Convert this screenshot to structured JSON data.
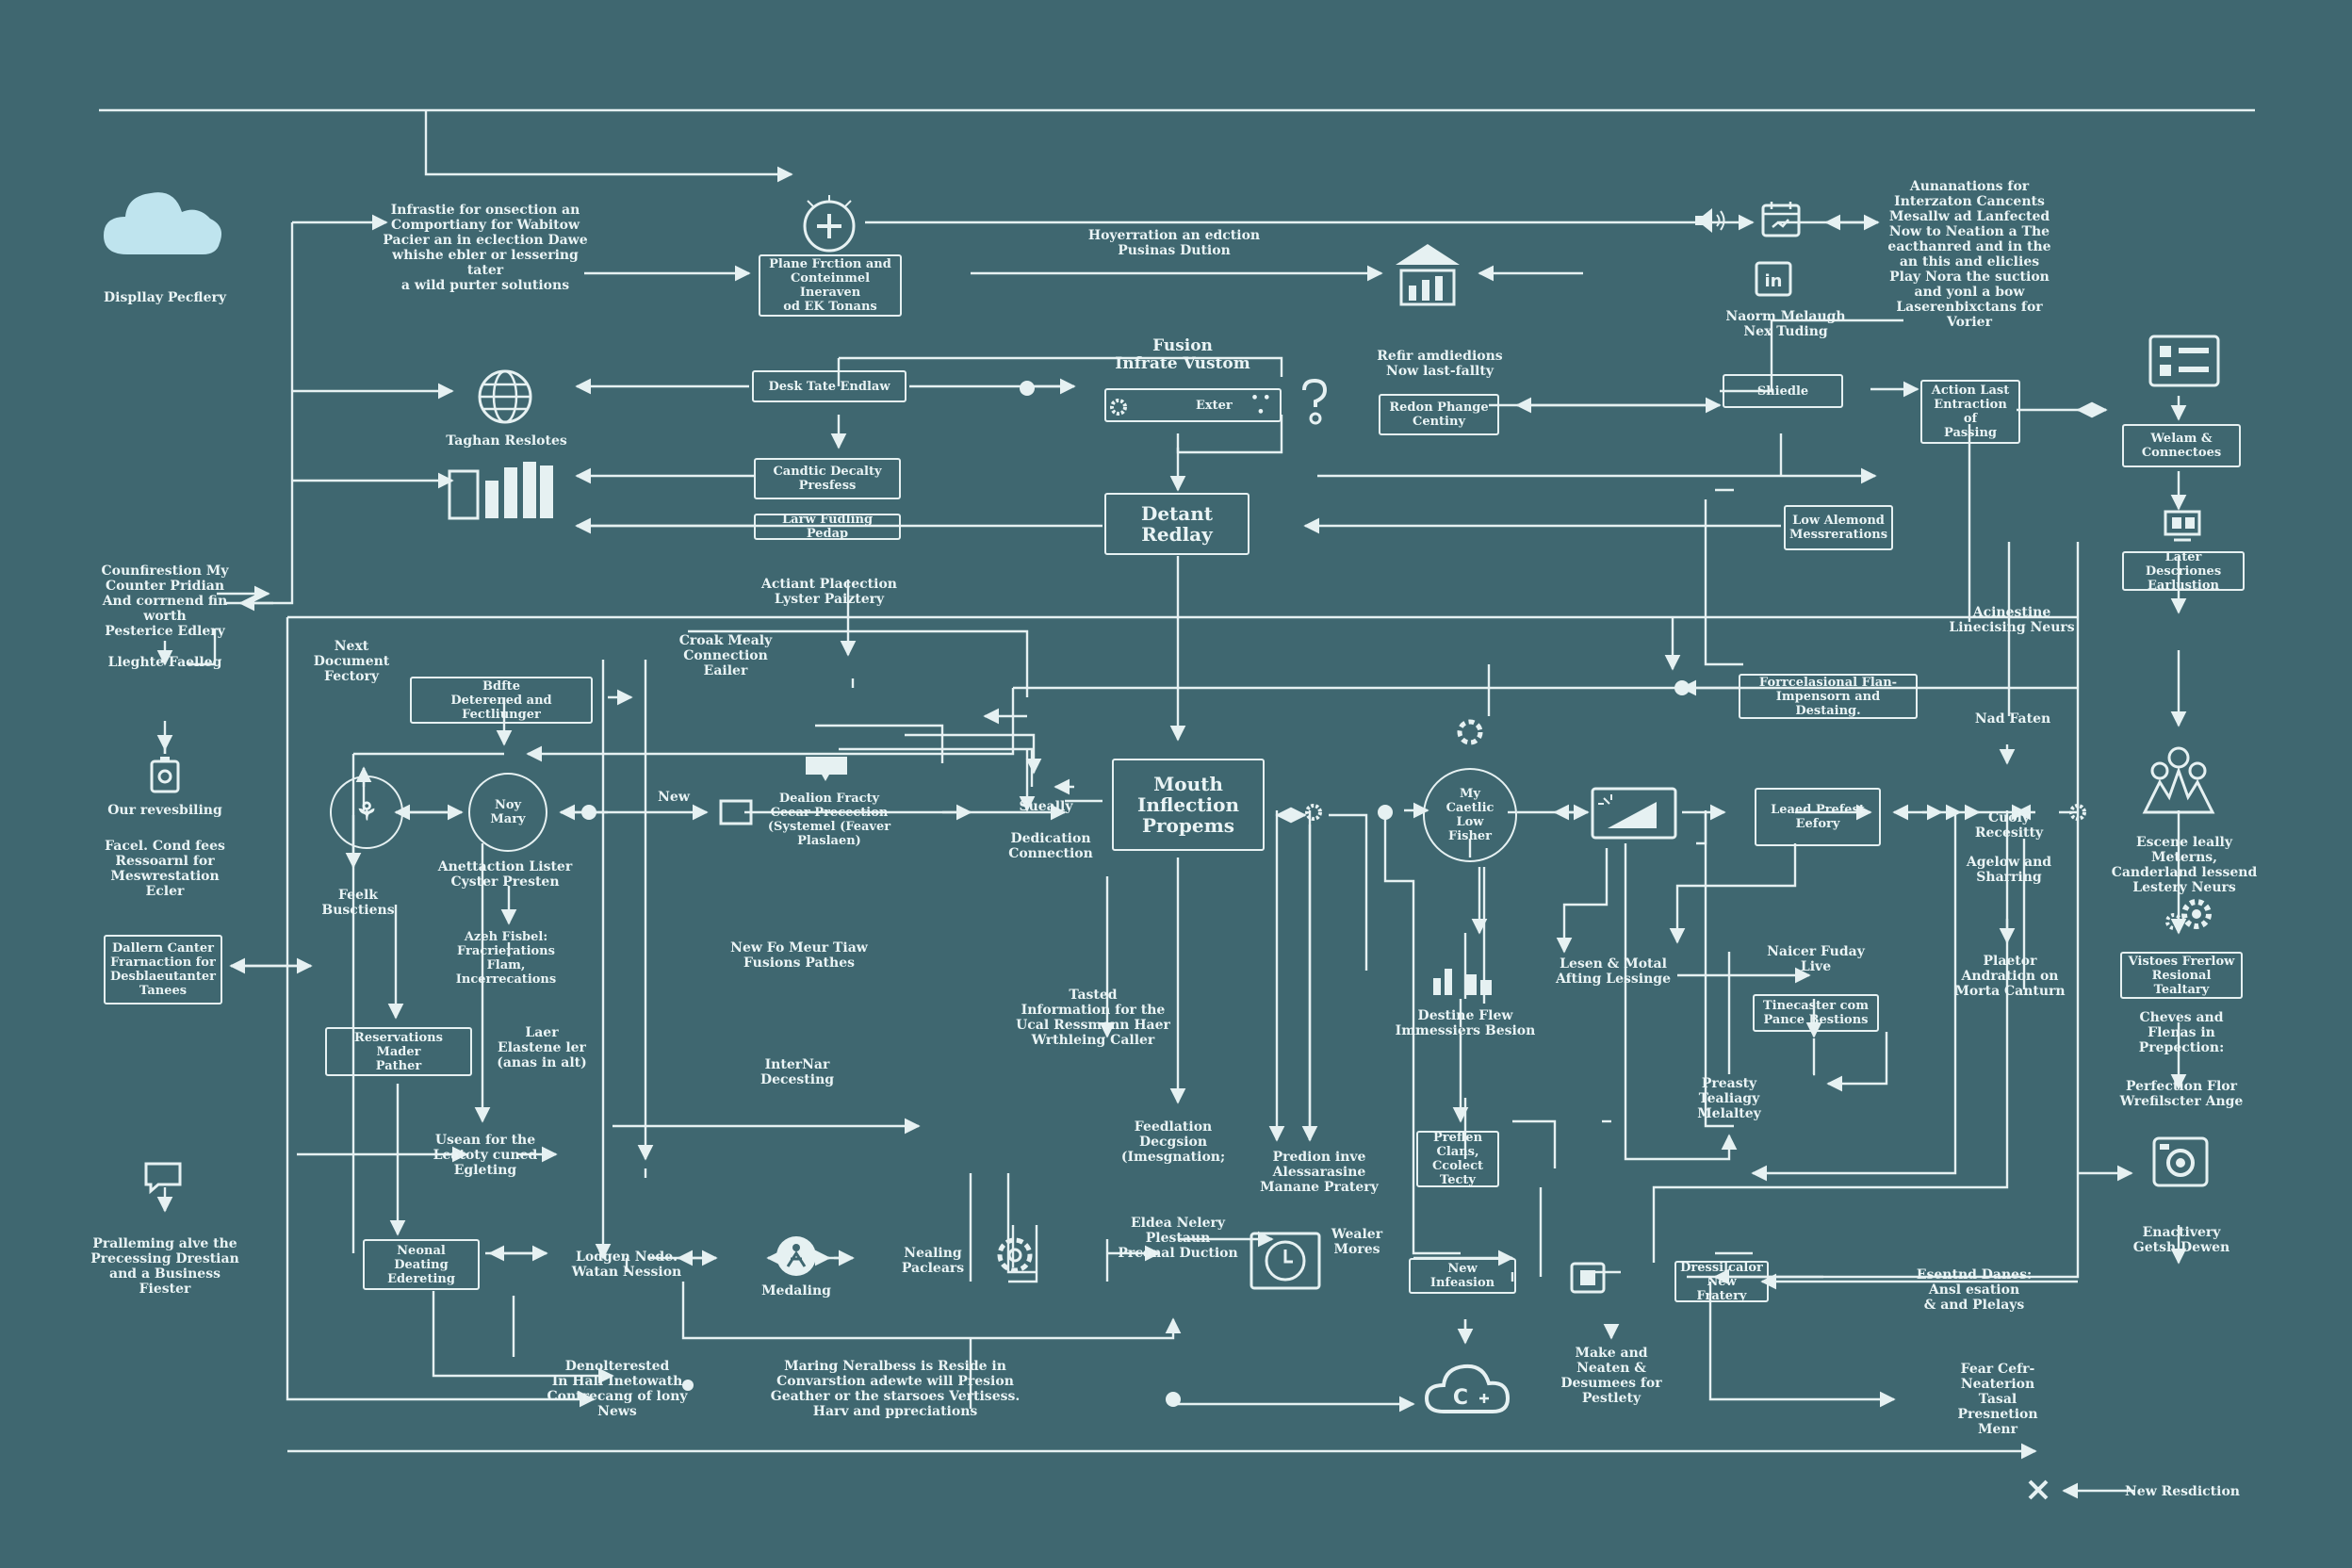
{
  "labels": {
    "display_factory": "Displlay Pecflery",
    "infra_top": "Infrastie for onsection an\nComportiany for Wabitow\nPacier an in eclection Dawe\nwhishe ebler or lessering tater\na wild purter solutions",
    "hyperration": "Hoyerration an edction\nPusinas Dution",
    "automations": "Aunanations for\nInterzaton Cancents\nMesallw ad Lanfected\nNow to Neation a The\neacthanred and in the\nan this and eliclies\nPlay Nora the suction\nand yonl a bow\nLaserenbixctans for\nVorier",
    "fusion": "Fusion\nInfrate Vustom",
    "refir": "Refir amdiedions\nNow last-fallty",
    "naom": "Naorm Melaugh\nNex Tuding",
    "taghan": "Taghan Reslotes",
    "counfireston": "Counfirestion My\nCounter Pridian\nAnd corrnend fin worth\nPesterice Edlery",
    "lleghte": "Lleghte Faelleg",
    "actiant": "Actiant Placection\nLyster Paiztery",
    "croak": "Croak Mealy\nConnection\nEailer",
    "next_doc": "Next\nDocument\nFectory",
    "our_reres": "Our revesbiling",
    "facel": "Facel. Cond fees\nRessoarnl for\nMeswrestation Ecler",
    "feelk": "Feelk\nBusctiens",
    "anettac": "Anettaction Lister\nCyster Presten",
    "new_small": "New",
    "sueelly": "Sueally",
    "dedication": "Dedication\nConnection",
    "new_fo": "New Fo Meur Tiaw\nFusions Pathes",
    "tasted": "Tasted\nInformation for the\nUcal Ressmenn Haer\nWrthleing Caller",
    "laer": "Laer\nElastene ler\n(anas in alt)",
    "internar": "InterNar\nDecesting",
    "usean": "Usean for the\nLeatoty cuned\nEgleting",
    "lodgen": "Lodgen Nede.\nWatan Nession",
    "medaling": "Medaling",
    "nealing": "Nealing\nPaclears",
    "feedlation": "Feedlation\nDecgsion\n(Imesgnation;",
    "eldea": "Eldea Nelery\nPlestaun\nPrconal Duction",
    "predion": "Predion inve\nAlessarasine\nManane Pratery",
    "wealer": "Wealer\nMores",
    "denoltcacted": "Denolterested\nIn Hall Inetowath\nContrecang of lony\nNews",
    "maring": "Maring Neralbess is Reside in\nConvarstion adewte will Presion\nGeather or the starsoes Vertisess.\nHarv and ppreciations",
    "pralleming": "Pralleming alve the\nPrecessing Drestian\nand a Business\nFiester",
    "acinestine": "Acinestine\nLinecising Neurs",
    "nad_faten": "Nad Faten",
    "cuoly": "Cuoly\nRecesitty",
    "agelow": "Agelow and\nSharring",
    "plaetor": "Plaetor\nAndration on\nMorta Canturn",
    "lesen": "Lesen & Motal\nAfting Lessinge",
    "destine": "Destine Flew\nImmessiers Besion",
    "naicer": "Naicer Fuday\nLive",
    "preasty": "Preasty\nTealiagy\nMelaltey",
    "make_new": "Make and\nNeaten &\nDesumees for\nPestlety",
    "esentnd": "Esentnd Danes:\nAnsl esation\n& and Plelays",
    "fear_cefr": "Fear Cefr-\nNeaterion\nTasal\nPresnetion\nMenr",
    "escene": "Escene leally Meterns,\nCanderland lessend\nLestery Neurs",
    "cheves": "Cheves and\nFlenas in\nPrepection:",
    "perfection": "Perfection Flor\nWrefilscter Ange",
    "enactivery": "Enactivery\nGetsh Dewen",
    "new_resdiction": "New Resdiction"
  },
  "boxes": {
    "plane_friction": "Plane Frction and\nConteinmel Ineraven\nod EK Tonans",
    "desk_tate": "Desk Tate Endlaw",
    "exter": "Exter",
    "redon_change": "Redon Phange\nCentiny",
    "shiedle": "Shiedle",
    "action_last": "Action Last\nEntraction of\nPassing",
    "welam": "Welam &\nConnectoes",
    "candic": "Candtic Decalty\nPresfess",
    "larw": "Larw Fudling Pedap",
    "detant": "Detant Redlay",
    "low_alemond": "Low Alemond\nMessrerations",
    "later_desc": "Later Descriones\nEarlustion",
    "bdfte": "Bdfte\nDeterened and Fectliunger",
    "forrcelasional": "Forrcelasional Flan-\nImpensorn and Destaing.",
    "mouth": "Mouth\nInflection\nPropems",
    "dealion": "Dealion Fracty\nCeear Precection\n(Systemel (Feaver Plaslaen)",
    "leaed": "Leaed Prefest\nEefory",
    "dallern": "Dallern Canter\nFrarnaction for\nDesblaeutanter\nTanees",
    "azeh": "Azeh Fisbel:\nFracrierations Flam,\nIncerrecations",
    "reservations": "Reservations Mader\nPather",
    "vistoes": "Vistoes Frerlow\nResional Tealtary",
    "tinecaster": "Tinecaster com\nPance Bestions",
    "preflen": "Preflen Clans,\nCcolect\nTecty",
    "new_infeasion": "New Infeasion",
    "dressilcalor": "Dressilcalor\nNew Fratery",
    "neonal": "Neonal Deating\nEdereting",
    "noy_mary": "Noy\nMary",
    "my_castic": "My\nCaetlic\nLow\nFisher"
  },
  "icons": [
    "cloud-icon",
    "plus-circle-icon",
    "speaker-icon",
    "calendar-icon",
    "bank-icon",
    "linkedin-icon",
    "globe-icon",
    "bar-chart-icon",
    "gear-icon",
    "question-icon",
    "list-icon",
    "monitor-icon",
    "people-icon",
    "camera-icon",
    "clock-icon",
    "cloud-plus-icon",
    "close-icon",
    "person-icon",
    "medal-icon",
    "chat-icon",
    "badge-icon"
  ]
}
